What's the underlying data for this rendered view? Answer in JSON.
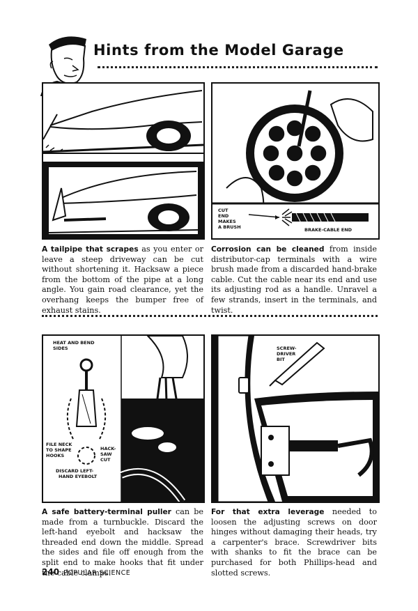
{
  "header": {
    "title": "Hints from the Model Garage"
  },
  "hints": [
    {
      "lead": "A tailpipe that scrapes",
      "body": " as you enter or leave a steep driveway can be cut without shortening it. Hacksaw a piece from the bottom of the pipe at a long angle. You gain road clearance, yet the overhang keeps the bumper free of exhaust stains."
    },
    {
      "lead": "Corrosion can be cleaned",
      "body": " from inside distributor-cap terminals with a wire brush made from a discarded hand-brake cable. Cut the cable near its end and use its adjusting rod as a handle. Unravel a few strands, insert in the terminals, and twist."
    },
    {
      "lead": "A safe battery-terminal puller",
      "body": " can be made from a turnbuckle. Discard the left-hand eyebolt and hacksaw the threaded end down the middle. Spread the sides and file off enough from the split end to make hooks that fit under the cable clamps."
    },
    {
      "lead": "For that extra leverage",
      "body": " needed to loosen the adjusting screws on door hinges without damaging their heads, try a carpenter's brace. Screwdriver bits with shanks to fit the brace can be purchased for both Phillips-head and slotted screws."
    }
  ],
  "illustration_labels": {
    "brush_cut": [
      "CUT",
      "END",
      "MAKES",
      "A BRUSH"
    ],
    "brake_cable": "BRAKE-CABLE END",
    "heat_bend": [
      "HEAT AND BEND",
      "SIDES"
    ],
    "file_neck": [
      "FILE NECK",
      "TO SHAPE",
      "HOOKS"
    ],
    "hacksaw_cut": [
      "HACK-",
      "SAW",
      "CUT"
    ],
    "discard": [
      "DISCARD LEFT-",
      "HAND EYEBOLT"
    ],
    "screwdriver_bit": [
      "SCREW-",
      "DRIVER",
      "BIT"
    ]
  },
  "footer": {
    "page_number": "240",
    "magazine": "POPULAR SCIENCE"
  }
}
